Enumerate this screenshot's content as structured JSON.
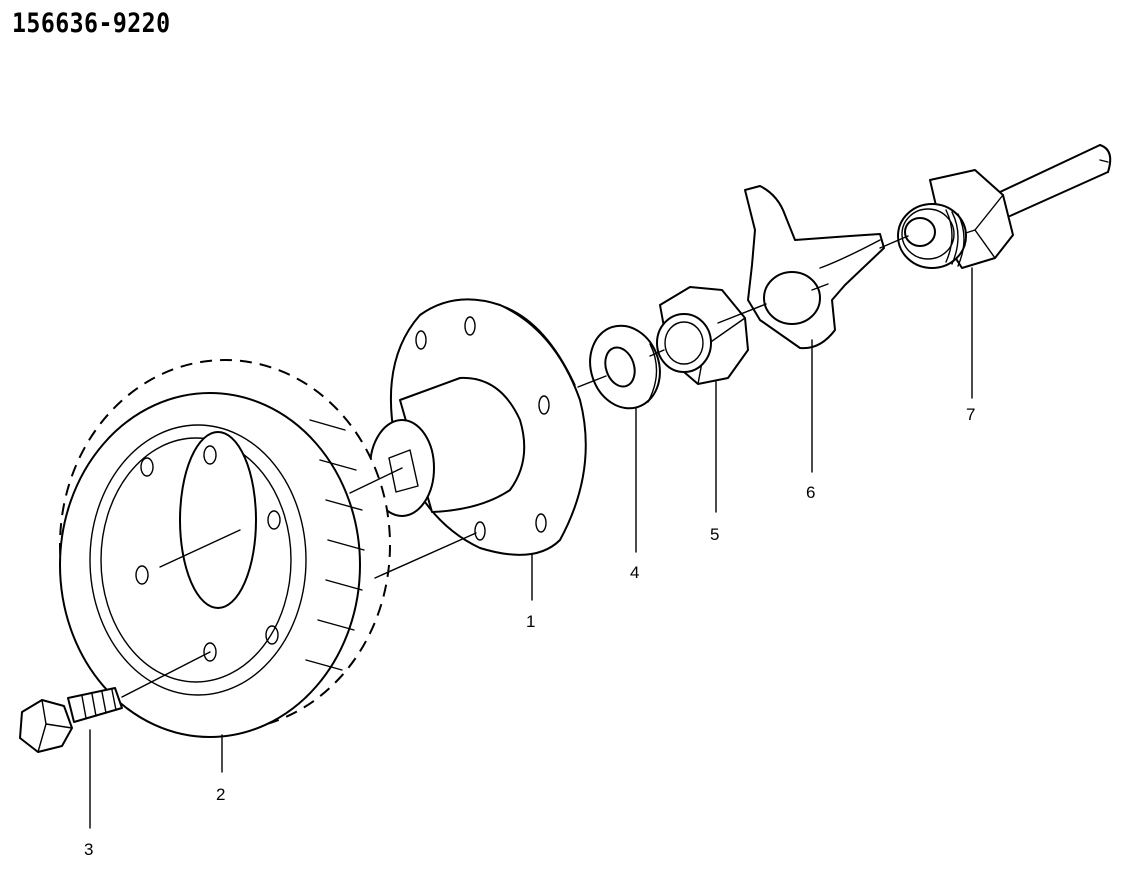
{
  "drawing": {
    "number": "156636-9220"
  },
  "parts": [
    {
      "label": "1",
      "component": "hub"
    },
    {
      "label": "2",
      "component": "gear"
    },
    {
      "label": "3",
      "component": "bolt"
    },
    {
      "label": "4",
      "component": "washer"
    },
    {
      "label": "5",
      "component": "nut"
    },
    {
      "label": "6",
      "component": "lock-washer"
    },
    {
      "label": "7",
      "component": "shaft-nut"
    }
  ],
  "colors": {
    "line": "#000000",
    "background": "#ffffff"
  }
}
